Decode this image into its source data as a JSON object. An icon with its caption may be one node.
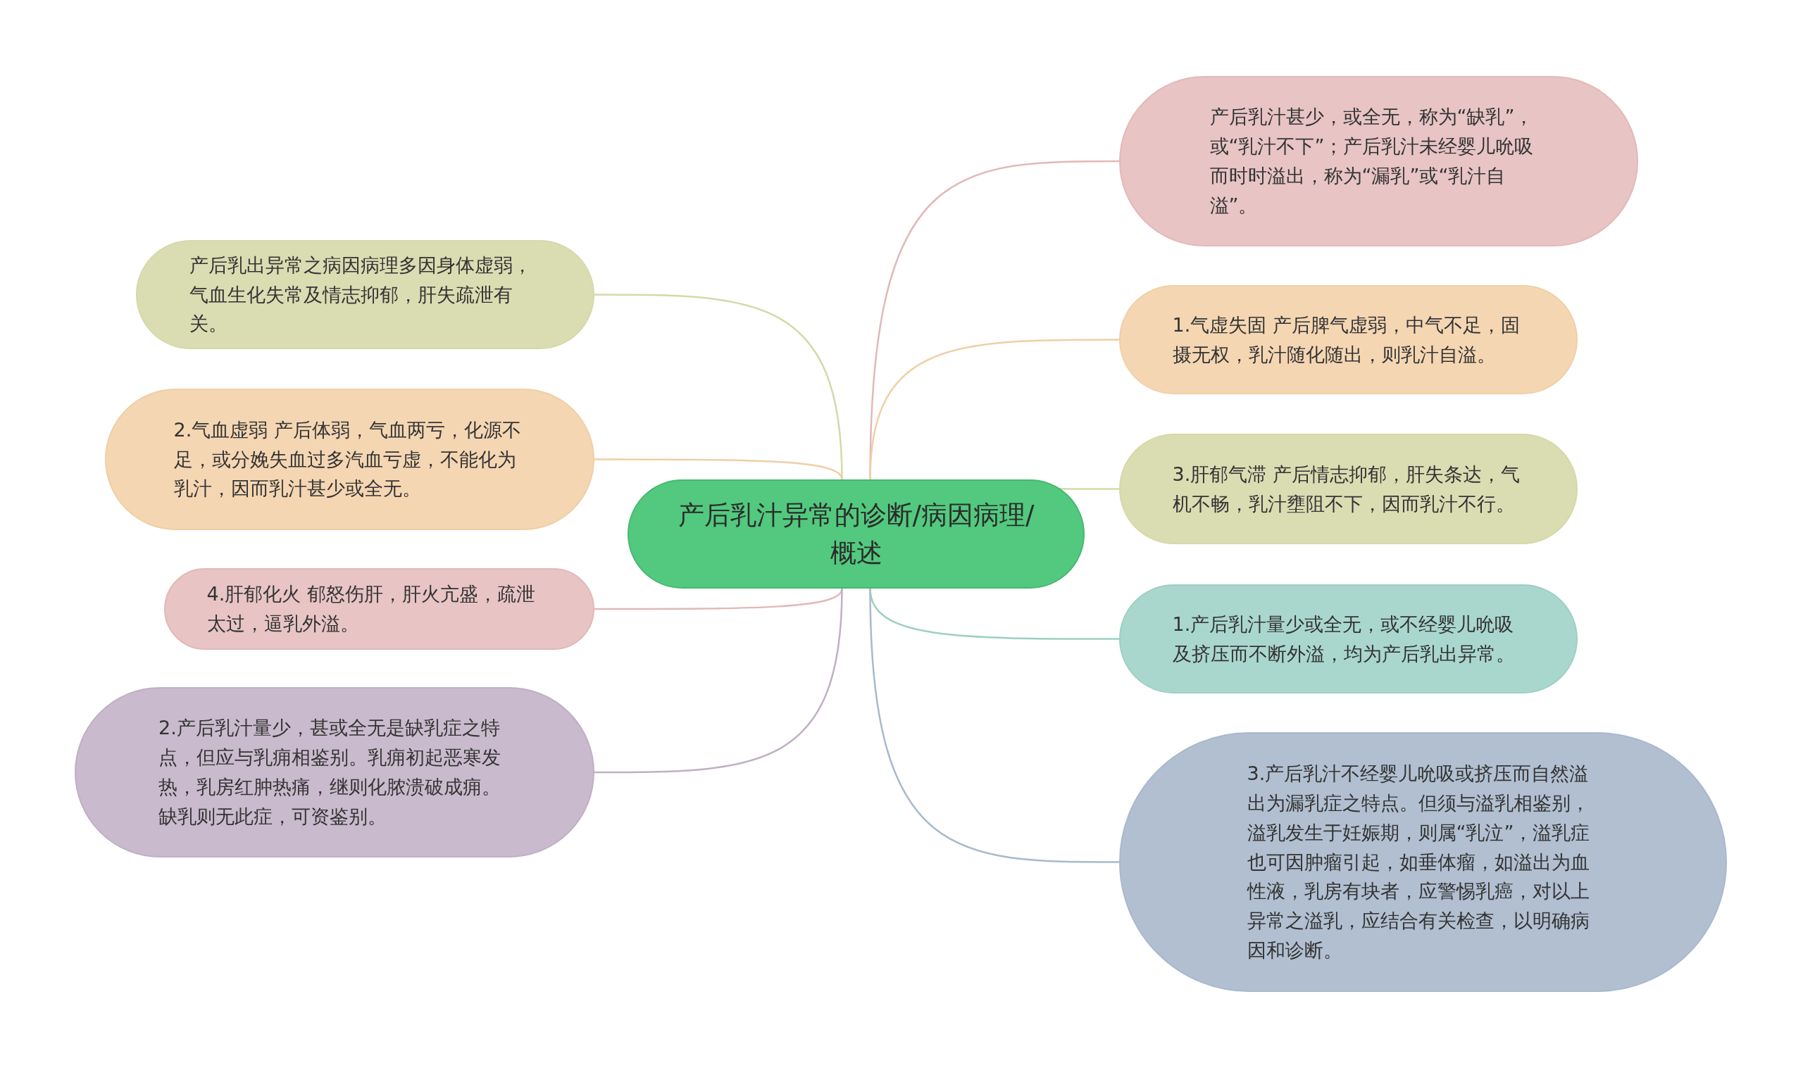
{
  "diagram": {
    "nodes": [
      {
        "text": [
          "产后乳汁异常的诊断/病因病理/概述"
        ]
      },
      {
        "text": [
          "产后乳汁甚少，或全无，称为“缺乳”，或“乳汁不下”；产后乳汁未经婴儿吮吸而时时溢出，称为“漏乳”或“乳汁自溢”。"
        ]
      },
      {
        "text": [
          "1.气虚失固 产后脾气虚弱，中气不足，固摄无权，乳汁随化随出，则乳汁自溢。"
        ]
      },
      {
        "text": [
          "3.肝郁气滞 产后情志抑郁，肝失条达，气机不畅，乳汁壅阻不下，因而乳汁不行。"
        ]
      },
      {
        "text": [
          "1.产后乳汁量少或全无，或不经婴儿吮吸及挤压而不断外溢，均为产后乳出异常。"
        ]
      },
      {
        "text": [
          "3.产后乳汁不经婴儿吮吸或挤压而自然溢出为漏乳症之特点。但须与溢乳相鉴别，溢乳发生于妊娠期，则属“乳泣”，溢乳症也可因肿瘤引起，如垂体瘤，如溢出为血性液，乳房有块者，应警惕乳癌，对以上异常之溢乳，应结合有关检查，以明确病因和诊断。"
        ]
      },
      {
        "text": [
          "产后乳出异常之病因病理多因身体虚弱，气血生化失常及情志抑郁，肝失疏泄有关。"
        ]
      },
      {
        "text": [
          "2.气血虚弱 产后体弱，气血两亏，化源不足，或分娩失血过多汽血亏虚，不能化为乳汁，因而乳汁甚少或全无。"
        ]
      },
      {
        "text": [
          "4.肝郁化火 郁怒伤肝，肝火亢盛，疏泄太过，逼乳外溢。"
        ]
      },
      {
        "text": [
          "2.产后乳汁量少，甚或全无是缺乳症之特点，但应与乳痈相鉴别。乳痈初起恶寒发热，乳房红肿热痛，继则化脓溃破成痈。缺乳则无此症，可资鉴别。"
        ]
      }
    ],
    "edges": [
      {
        "from": 0,
        "to": 1,
        "arrow": "none",
        "color": "#e2b8b8"
      },
      {
        "from": 0,
        "to": 2,
        "arrow": "none",
        "color": "#efcfa5"
      },
      {
        "from": 0,
        "to": 3,
        "arrow": "none",
        "color": "#d5d9a8"
      },
      {
        "from": 0,
        "to": 4,
        "arrow": "none",
        "color": "#9ccfc3"
      },
      {
        "from": 0,
        "to": 5,
        "arrow": "none",
        "color": "#a9b9cc"
      },
      {
        "from": 0,
        "to": 6,
        "arrow": "none",
        "color": "#d5d9a8"
      },
      {
        "from": 0,
        "to": 7,
        "arrow": "none",
        "color": "#efcfa5"
      },
      {
        "from": 0,
        "to": 8,
        "arrow": "none",
        "color": "#e2b8b8"
      },
      {
        "from": 0,
        "to": 9,
        "arrow": "none",
        "color": "#c0afc4"
      }
    ]
  }
}
